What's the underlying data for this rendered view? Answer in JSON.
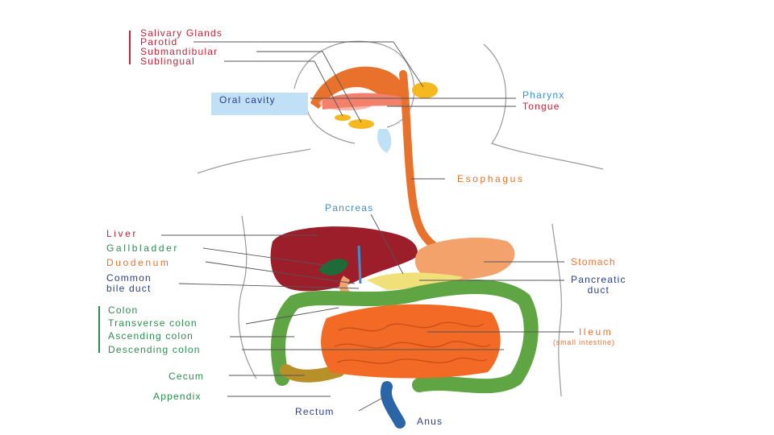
{
  "colors": {
    "red": "#c0263a",
    "orange": "#e8722c",
    "green": "#2e8b4e",
    "blue": "#3d8fd0",
    "navy": "#2a3e8a",
    "liver": "#9c1e2a",
    "stomach": "#f4a26b",
    "colon_fill": "#5fa543",
    "intestine": "#f26a26",
    "outline": "#9a9a9a",
    "gland": "#f5b81f",
    "oral_box": "#bfe0f5"
  },
  "labels": {
    "salivary_glands": "Salivary Glands",
    "parotid": "Parotid",
    "submandibular": "Submandibular",
    "sublingual": "Sublingual",
    "oral_cavity": "Oral cavity",
    "pharynx": "Pharynx",
    "tongue": "Tongue",
    "esophagus": "Esophagus",
    "pancreas": "Pancreas",
    "liver": "Liver",
    "gallbladder": "Gallbladder",
    "duodenum": "Duodenum",
    "common_bile_duct": "Common\nbile duct",
    "stomach": "Stomach",
    "pancreatic_duct": "Pancreatic\nduct",
    "colon": "Colon",
    "transverse_colon": "Transverse colon",
    "ascending_colon": "Ascending colon",
    "descending_colon": "Descending colon",
    "ileum": "Ileum",
    "small_intestine": "(small intestine)",
    "cecum": "Cecum",
    "appendix": "Appendix",
    "rectum": "Rectum",
    "anus": "Anus"
  }
}
